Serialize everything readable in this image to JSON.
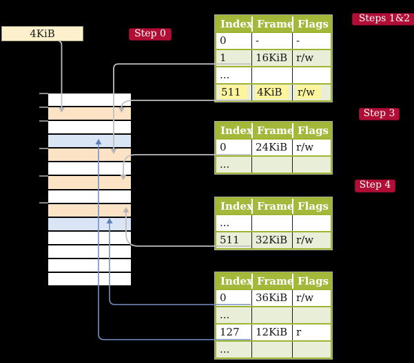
{
  "cr3_box": {
    "label": "4KiB"
  },
  "badges": {
    "step0": {
      "label": "Step 0"
    },
    "steps12": {
      "label": "Steps 1&2"
    },
    "step3": {
      "label": "Step 3"
    },
    "step4": {
      "label": "Step 4"
    }
  },
  "memory_column": {
    "row_fills": [
      "white",
      "peach",
      "white",
      "blue",
      "peach",
      "white",
      "peach",
      "white",
      "peach",
      "blue",
      "white",
      "white",
      "white",
      "white"
    ],
    "tick_rows": [
      0,
      1,
      2,
      4,
      6,
      8
    ]
  },
  "tables": [
    {
      "name": "page-table-1",
      "headers": [
        "Index",
        "Frame",
        "Flags"
      ],
      "rows": [
        {
          "cells": [
            "0",
            "-",
            "-"
          ],
          "shaded": false,
          "highlighted": false
        },
        {
          "cells": [
            "1",
            "16KiB",
            "r/w"
          ],
          "shaded": true,
          "highlighted": false
        },
        {
          "cells": [
            "...",
            "",
            ""
          ],
          "shaded": false,
          "highlighted": false
        },
        {
          "cells": [
            "511",
            "4KiB",
            "r/w"
          ],
          "shaded": true,
          "highlighted": true
        }
      ]
    },
    {
      "name": "page-table-2",
      "headers": [
        "Index",
        "Frame",
        "Flags"
      ],
      "rows": [
        {
          "cells": [
            "0",
            "24KiB",
            "r/w"
          ],
          "shaded": false,
          "highlighted": false
        },
        {
          "cells": [
            "...",
            "",
            ""
          ],
          "shaded": true,
          "highlighted": false
        }
      ]
    },
    {
      "name": "page-table-3",
      "headers": [
        "Index",
        "Frame",
        "Flags"
      ],
      "rows": [
        {
          "cells": [
            "...",
            "",
            ""
          ],
          "shaded": false,
          "highlighted": false
        },
        {
          "cells": [
            "511",
            "32KiB",
            "r/w"
          ],
          "shaded": true,
          "highlighted": false
        }
      ]
    },
    {
      "name": "page-table-4",
      "headers": [
        "Index",
        "Frame",
        "Flags"
      ],
      "rows": [
        {
          "cells": [
            "0",
            "36KiB",
            "r/w"
          ],
          "shaded": false,
          "highlighted": false
        },
        {
          "cells": [
            "...",
            "",
            ""
          ],
          "shaded": true,
          "highlighted": false
        },
        {
          "cells": [
            "127",
            "12KiB",
            "r"
          ],
          "shaded": false,
          "highlighted": false
        },
        {
          "cells": [
            "...",
            "",
            ""
          ],
          "shaded": true,
          "highlighted": false
        }
      ]
    }
  ],
  "colors": {
    "background": "#000000",
    "table_header": "#a4b83c",
    "table_border": "#9fb42e",
    "table_row_shaded": "#e9eed8",
    "highlight_yellow": "#fcf59e",
    "badge_crimson": "#b00e35",
    "cr3_box_cream": "#fcf1cc",
    "memory_peach": "#fce3c6",
    "memory_blue": "#d9e4f4",
    "connector_gray": "#c1c1c1",
    "connector_blue": "#7691c4"
  }
}
